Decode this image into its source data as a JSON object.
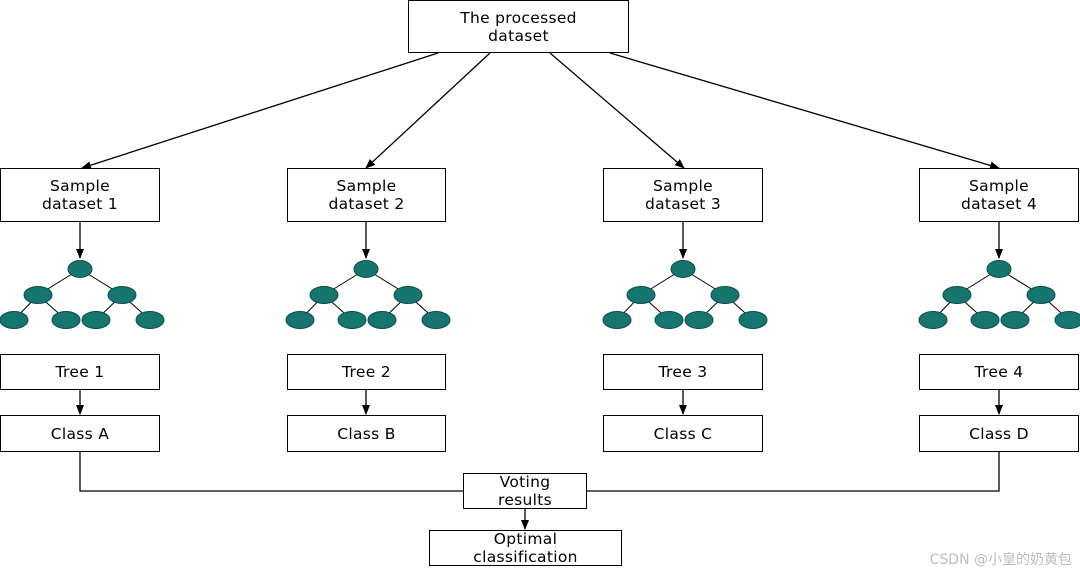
{
  "root": {
    "label": "The processed\ndataset"
  },
  "branches": [
    {
      "sample": "Sample\ndataset 1",
      "tree": "Tree 1",
      "class": "Class A"
    },
    {
      "sample": "Sample\ndataset 2",
      "tree": "Tree 2",
      "class": "Class B"
    },
    {
      "sample": "Sample\ndataset 3",
      "tree": "Tree 3",
      "class": "Class C"
    },
    {
      "sample": "Sample\ndataset 4",
      "tree": "Tree 4",
      "class": "Class D"
    }
  ],
  "voting": {
    "label": "Voting\nresults"
  },
  "result": {
    "label": "Optimal\nclassification"
  },
  "watermark": "CSDN @小皇的奶黄包",
  "colors": {
    "node_fill": "#16766f",
    "node_stroke": "#0c4d48",
    "line": "#000000"
  }
}
